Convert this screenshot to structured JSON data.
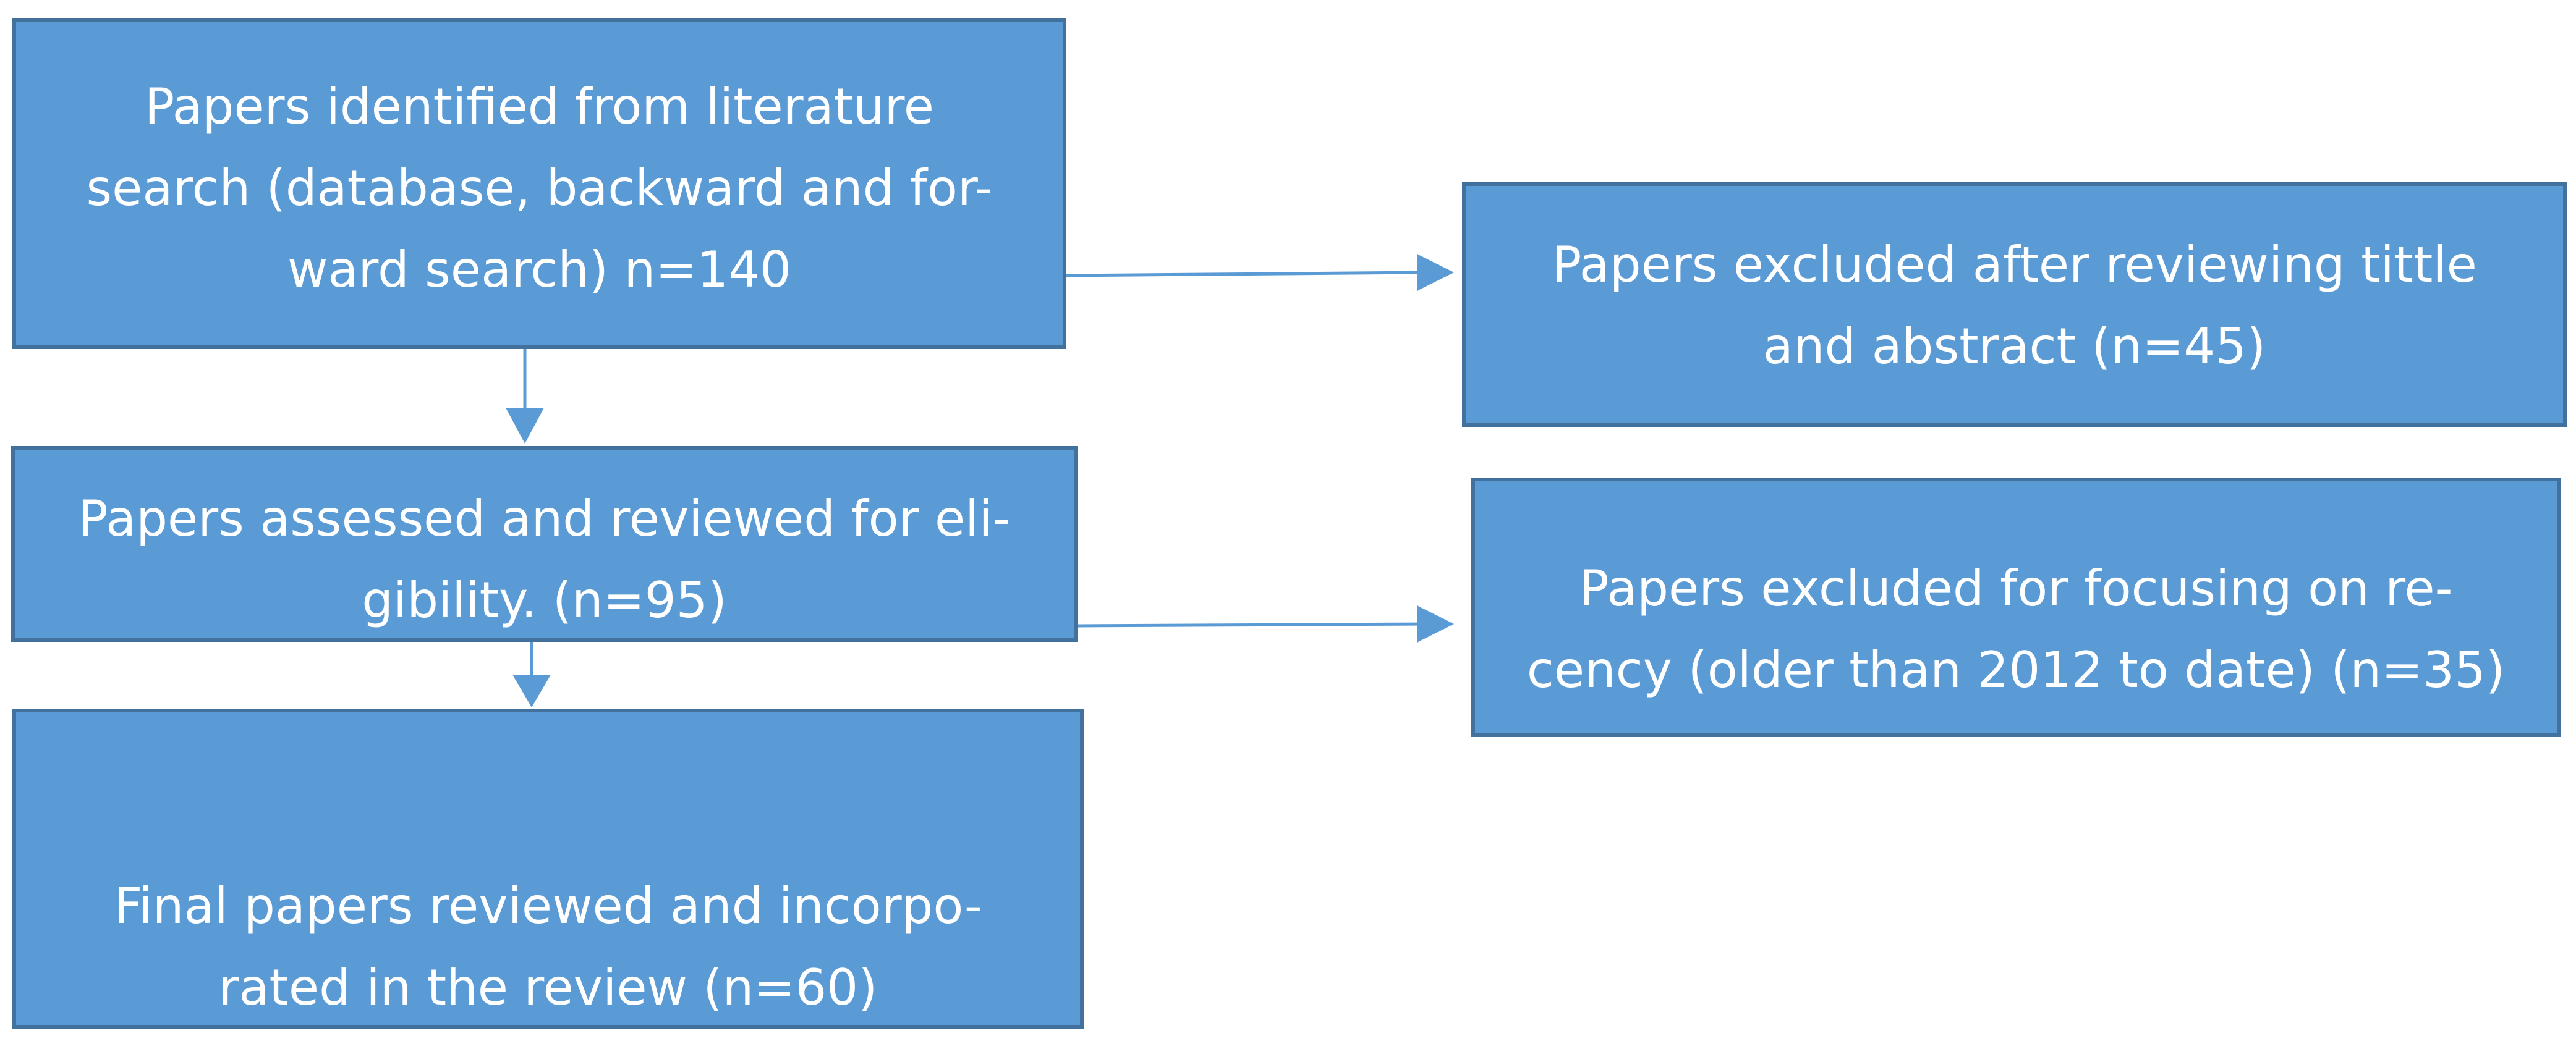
{
  "boxes": {
    "identified": {
      "lines": [
        "Papers identified from literature",
        "search (database, backward and for-",
        "ward search) n=140"
      ]
    },
    "assessed": {
      "lines": [
        "Papers assessed and reviewed for eli-",
        "gibility. (n=95)"
      ]
    },
    "final": {
      "lines": [
        "Final papers reviewed and incorpo-",
        "rated in the review (n=60)"
      ]
    },
    "excluded_title": {
      "lines": [
        "Papers excluded after reviewing tittle",
        "and abstract (n=45)"
      ]
    },
    "excluded_recency": {
      "lines": [
        "Papers excluded for focusing on re-",
        "cency (older than 2012 to date) (n=35)"
      ]
    }
  },
  "colors": {
    "box_fill": "#5b9bd5",
    "box_border": "#41719c",
    "arrow": "#5b9bd5",
    "text": "#ffffff"
  }
}
